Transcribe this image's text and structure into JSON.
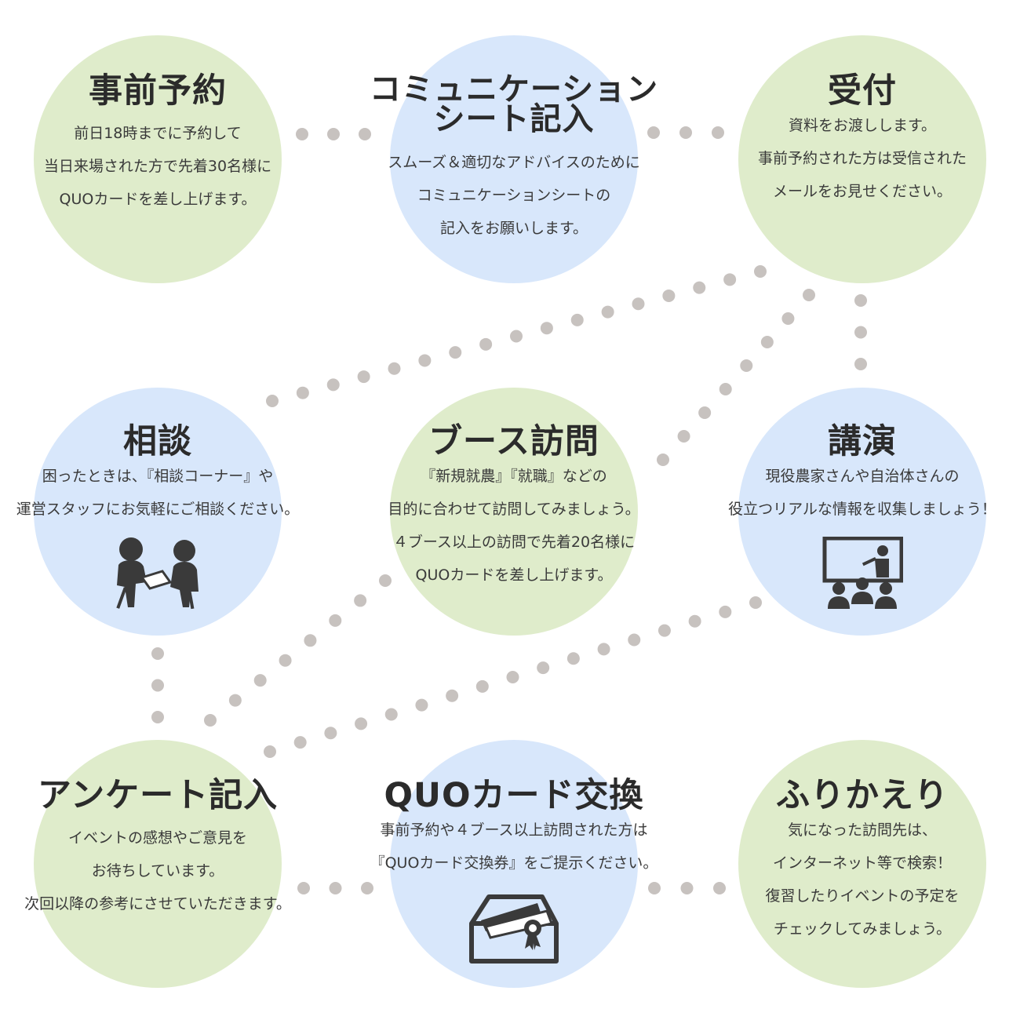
{
  "colors": {
    "green": "#dfeccb",
    "blue": "#d8e7fb",
    "dots": "#c7c2bf",
    "icon": "#3a3a3a"
  },
  "steps": [
    {
      "title": "事前予約",
      "lines": [
        "前日18時までに予約して",
        "当日来場された方で先着30名様に",
        "QUOカードを差し上げます。"
      ]
    },
    {
      "title": "コミュニケーション\nシート記入",
      "lines": [
        "スムーズ＆適切なアドバイスのために",
        "コミュニケーションシートの",
        "記入をお願いします。"
      ]
    },
    {
      "title": "受付",
      "lines": [
        "資料をお渡しします。",
        "事前予約された方は受信された",
        "メールをお見せください。"
      ]
    },
    {
      "title": "相談",
      "lines": [
        "困ったときは、『相談コーナー』や",
        "運営スタッフにお気軽にご相談ください。"
      ],
      "icon": "consultation-icon"
    },
    {
      "title": "ブース訪問",
      "lines": [
        "『新規就農』『就職』などの",
        "目的に合わせて訪問してみましょう。",
        "４ブース以上の訪問で先着20名様に",
        "QUOカードを差し上げます。"
      ]
    },
    {
      "title": "講演",
      "lines": [
        "現役農家さんや自治体さんの",
        "役立つリアルな情報を収集しましょう！"
      ],
      "icon": "lecture-icon"
    },
    {
      "title": "アンケート記入",
      "lines": [
        "イベントの感想やご意見を",
        "お待ちしています。",
        "次回以降の参考にさせていただきます。"
      ]
    },
    {
      "title": "QUOカード交換",
      "lines": [
        "事前予約や４ブース以上訪問された方は",
        "『QUOカード交換券』をご提示ください。"
      ],
      "icon": "voucher-envelope-icon"
    },
    {
      "title": "ふりかえり",
      "lines": [
        "気になった訪問先は、",
        "インターネット等で検索！",
        "復習したりイベントの予定を",
        "チェックしてみましょう。"
      ]
    }
  ]
}
